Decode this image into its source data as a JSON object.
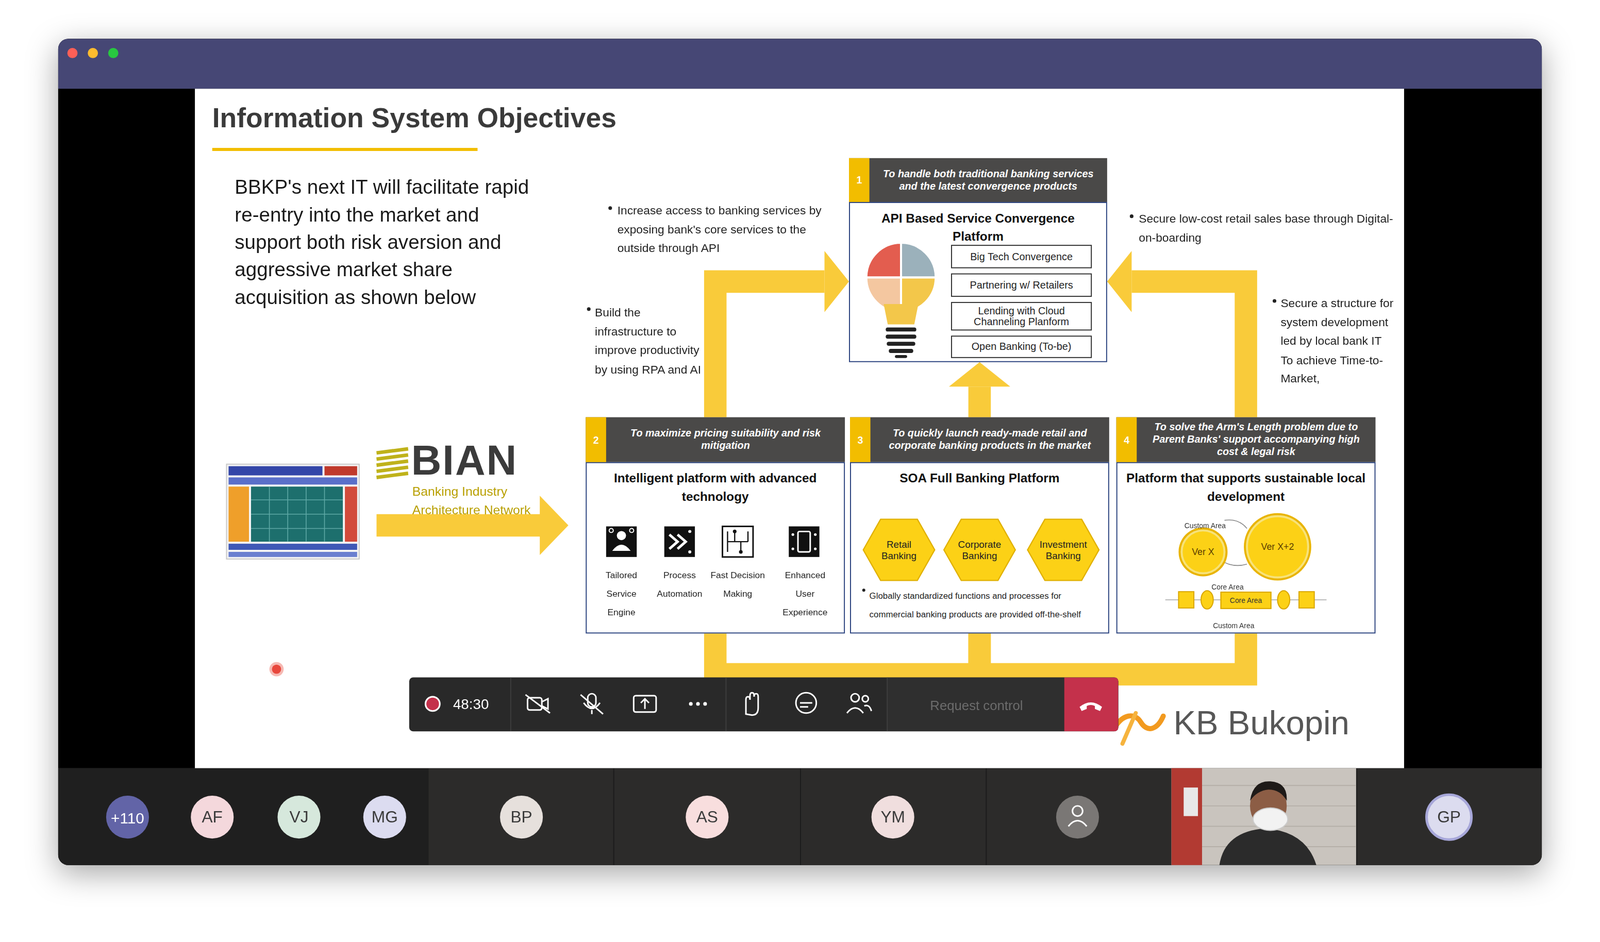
{
  "diagram": {
    "title": "Information System Objectives",
    "nodes": [
      {
        "text": [
          "To handle both traditional banking services and the latest convergence products",
          "API Based Service Convergence Platform"
        ]
      },
      {
        "text": [
          "Big Tech Convergence"
        ],
        "in": 0
      },
      {
        "text": [
          "Partnering w/ Retailers"
        ],
        "in": 0
      },
      {
        "text": [
          "Lending with Cloud Channeling Planform"
        ],
        "in": 0
      },
      {
        "text": [
          "Open Banking (To-be)"
        ],
        "in": 0
      },
      {
        "text": [
          "To maximize pricing suitability and risk mitigation",
          "Intelligent platform with advanced technology"
        ]
      },
      {
        "text": [
          "To quickly launch ready-made retail and corporate banking products in the market",
          "SOA Full Banking Platform",
          "Globally standardized functions and processes for commercial banking products are provided off-the-shelf"
        ]
      },
      {
        "text": [
          "Retail Banking"
        ],
        "in": 6
      },
      {
        "text": [
          "Corporate Banking"
        ],
        "in": 6
      },
      {
        "text": [
          "Investment Banking"
        ],
        "in": 6
      },
      {
        "text": [
          "To solve the Arm's Length problem due to Parent Banks' support accompanying high cost & legal risk",
          "Platform that supports sustainable local development"
        ]
      },
      {
        "text": [
          "Ver X"
        ],
        "in": 10
      },
      {
        "text": [
          "Ver X+2"
        ],
        "in": 10
      },
      {
        "text": [
          "Core Area"
        ],
        "in": 10
      }
    ],
    "edges": [
      {
        "from": 5,
        "to": 0,
        "arrow": "to"
      },
      {
        "from": 6,
        "to": 0,
        "arrow": "to"
      },
      {
        "from": 10,
        "to": 0,
        "arrow": "to"
      },
      {
        "from": 5,
        "to": 6,
        "arrow": "none"
      },
      {
        "from": 6,
        "to": 10,
        "arrow": "none"
      }
    ],
    "labels": [
      "BBKP's next IT will facilitate rapid re-entry into the market and support both risk aversion and aggressive market share acquisition as shown below",
      "Increase access to banking services by exposing bank's core services to the outside through API",
      "Secure low-cost retail sales base through Digital-on-boarding",
      "1",
      "Build the infrastructure to improve productivity by using RPA and AI",
      "Secure a structure for system development led by local bank IT To achieve Time-to-Market,",
      "BIAN",
      "Banking Industry Architecture Network",
      "2",
      "3",
      "4",
      "Tailored Service Engine",
      "Process Automation",
      "Fast Decision Making",
      "Enhanced User Experience",
      "Custom Area",
      "Core Area",
      "Custom Area",
      "KB Bukopin",
      "48:30",
      "Request control",
      "+110",
      "AF",
      "VJ",
      "MG",
      "BP",
      "AS",
      "YM",
      "GP"
    ]
  }
}
